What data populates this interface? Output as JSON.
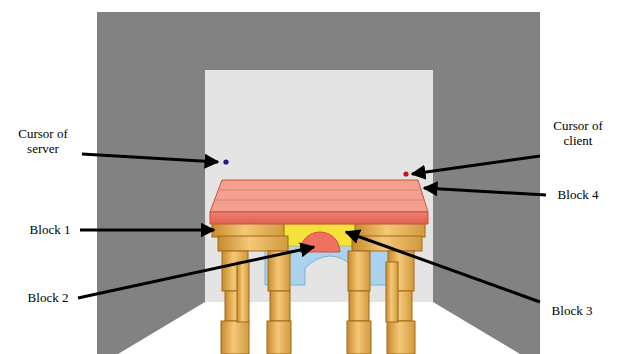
{
  "diagram": {
    "labels": [
      "Cursor of server",
      "Cursor of client",
      "Block 1",
      "Block 2",
      "Block 3",
      "Block 4"
    ]
  }
}
